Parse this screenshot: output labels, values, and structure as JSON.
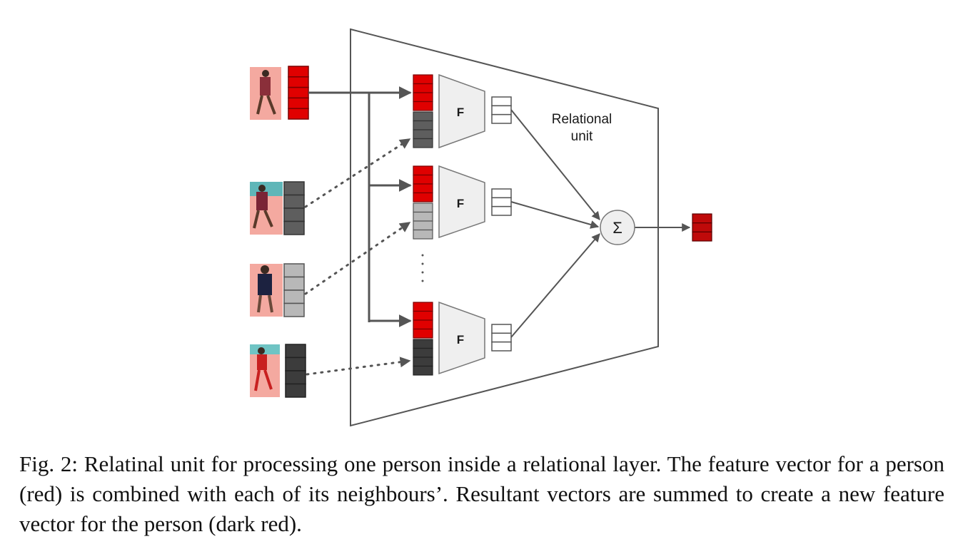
{
  "diagram": {
    "unit_label_line1": "Relational",
    "unit_label_line2": "unit",
    "f_label": "F",
    "sum_symbol": "Σ",
    "colors": {
      "red": "#e00000",
      "dark_red": "#bf0a0a",
      "gray_dark": "#4a4a4a",
      "gray_mid": "#5e5e5e",
      "gray_light": "#b8b8b8",
      "gray_darker": "#3c3c3c",
      "box_fill": "#efefef",
      "line": "#555555"
    },
    "persons": [
      {
        "icon": "volleyball-player-red-jersey-icon",
        "vector_color": "red"
      },
      {
        "icon": "volleyball-player-maroon-jersey-icon",
        "vector_color": "gray_mid"
      },
      {
        "icon": "volleyball-player-dark-jersey-back-icon",
        "vector_color": "gray_light"
      },
      {
        "icon": "volleyball-player-red-shorts-icon",
        "vector_color": "gray_darker"
      }
    ]
  },
  "caption": {
    "text": "Fig. 2: Relatinal unit for processing one person inside a relational layer. The feature vector for a person (red) is combined with each of its neighbours’. Resultant vectors are summed to create a new feature vector for the person (dark red)."
  }
}
